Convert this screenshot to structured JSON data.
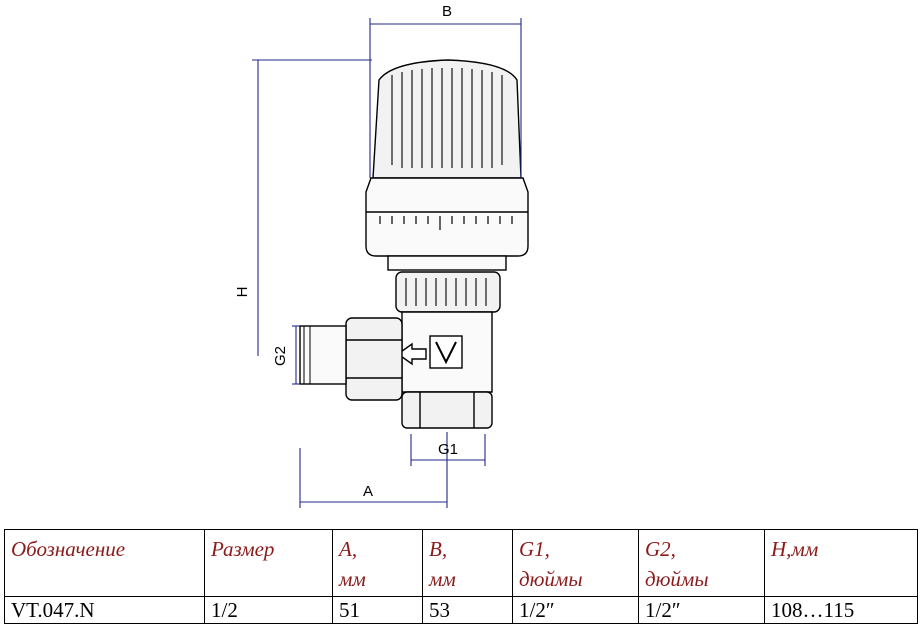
{
  "drawing": {
    "dimension_labels": {
      "b": "B",
      "h": "H",
      "g2": "G2",
      "g1": "G1",
      "a": "A"
    }
  },
  "table": {
    "headers": [
      [
        "Обозначение"
      ],
      [
        "Размер"
      ],
      [
        "A,",
        "мм"
      ],
      [
        "B,",
        "мм"
      ],
      [
        "G1,",
        "дюймы"
      ],
      [
        "G2,",
        "дюймы"
      ],
      [
        "H,мм"
      ]
    ],
    "row": [
      "VT.047.N",
      "1/2",
      "51",
      "53",
      "1/2″",
      "1/2″",
      "108…115"
    ]
  },
  "colors": {
    "header_text": "#8b1a1a",
    "dimension_line": "#1f2a8a",
    "outline": "#000000"
  }
}
